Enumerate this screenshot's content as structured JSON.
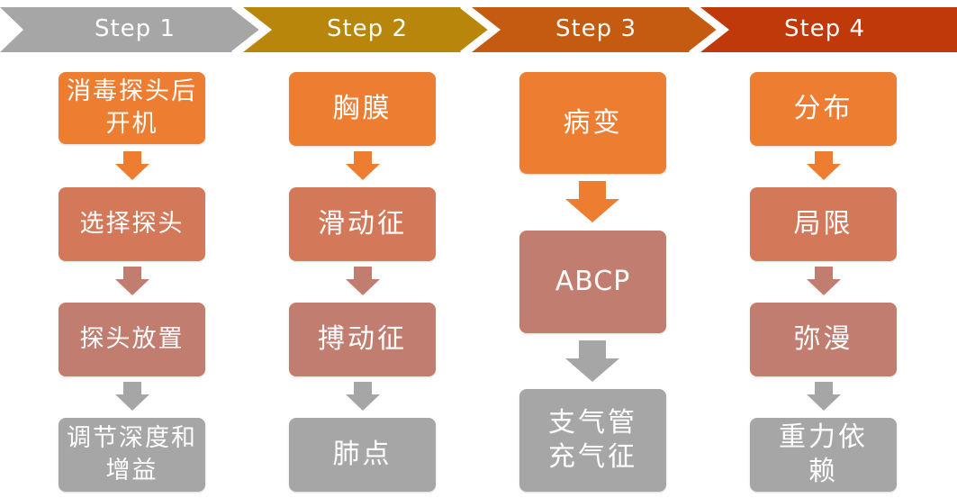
{
  "banner": {
    "steps": [
      "Step 1",
      "Step 2",
      "Step 3",
      "Step 4"
    ],
    "colors": [
      "#a6a6a6",
      "#b8860b",
      "#c55a11",
      "#c0390b"
    ]
  },
  "columns": [
    {
      "boxes": [
        "消毒探头后开机",
        "选择探头",
        "探头放置",
        "调节深度和增益"
      ]
    },
    {
      "boxes": [
        "胸膜",
        "滑动征",
        "搏动征",
        "肺点"
      ]
    },
    {
      "boxes": [
        "病变",
        "ABCP",
        "支气管充气征"
      ]
    },
    {
      "boxes": [
        "分布",
        "局限",
        "弥漫",
        "重力依赖"
      ]
    }
  ],
  "colors": {
    "orange": "#ed7d31",
    "salmon": "#d4785a",
    "rose": "#c17d6f",
    "gray": "#a6a6a6"
  }
}
